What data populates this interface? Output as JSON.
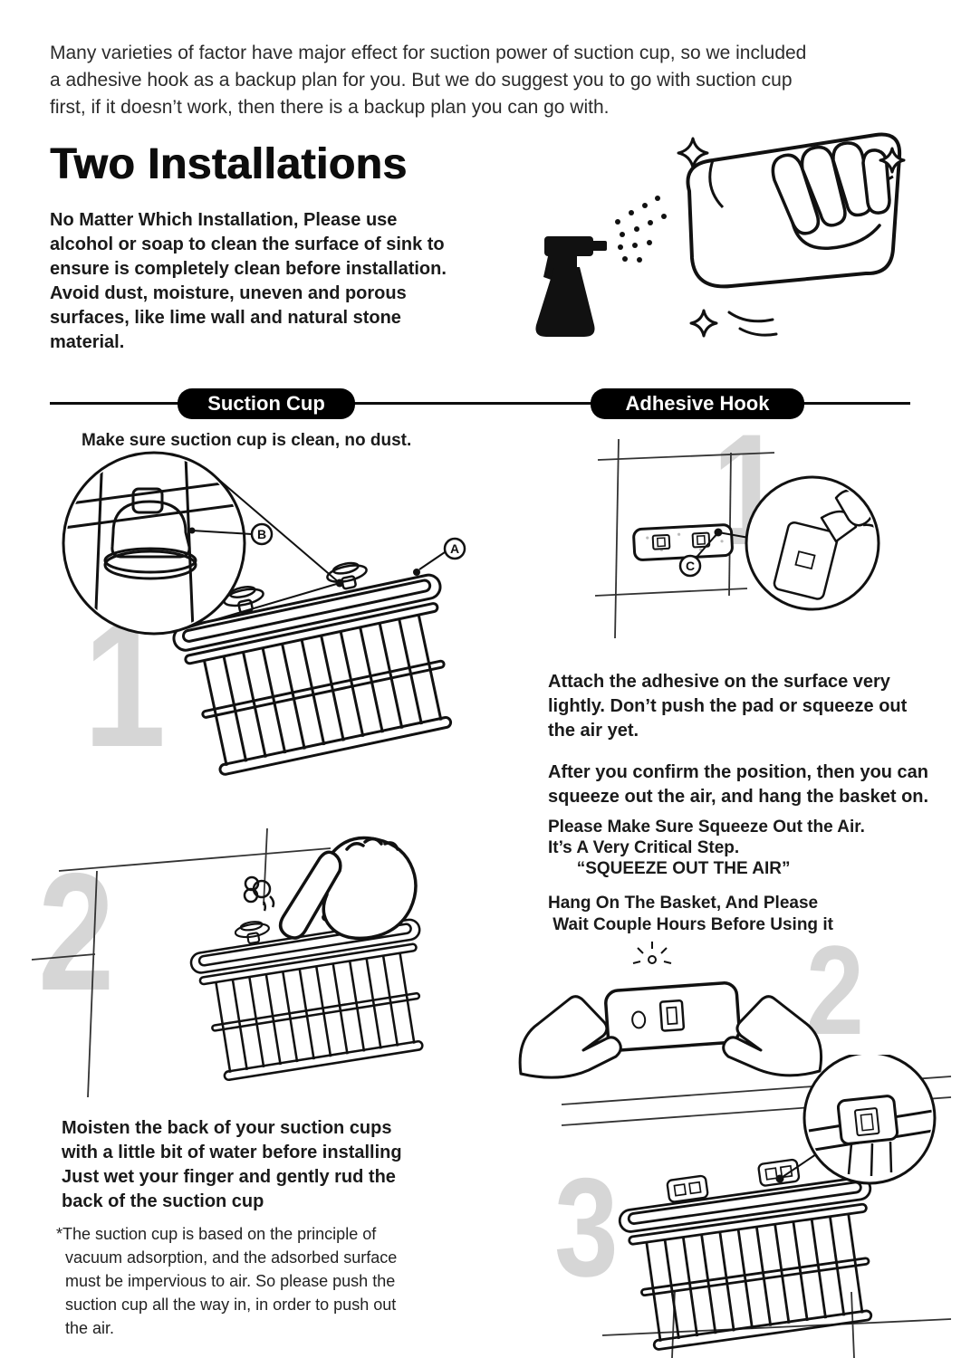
{
  "intro": {
    "text": "Many varieties of factor have major effect for suction power of suction cup, so we included\na adhesive hook as a backup plan for you. But we do suggest you to go with suction cup\nfirst, if it doesn’t work, then there is a backup plan you can go with."
  },
  "title": "Two Installations",
  "prep": {
    "text": "No Matter Which Installation, Please use\nalcohol or soap to clean the surface of sink to\nensure is completely clean before installation.\nAvoid dust, moisture, uneven and porous\nsurfaces, like lime wall and natural stone\nmaterial."
  },
  "sections": {
    "suction": {
      "header": "Suction Cup",
      "clean_tip": "Make sure suction cup is clean, no dust.",
      "step1": "1",
      "step2": "2",
      "callout_a": "A",
      "callout_b": "B",
      "moisten": "Moisten the back of your suction cups\nwith a little bit of water before installing\nJust wet your finger and gently rud the\nback of the suction cup",
      "footnote": "*The suction cup is based on the principle of\n  vacuum adsorption, and the adsorbed surface\n  must be impervious to air. So please push the\n  suction cup all the way in, in order to push out\n  the air."
    },
    "adhesive": {
      "header": "Adhesive Hook",
      "step1": "1",
      "step2": "2",
      "step3": "3",
      "callout_c": "C",
      "attach": "Attach the adhesive on the surface very\nlightly. Don’t push the pad or squeeze out\nthe air yet.",
      "confirm": "After you confirm the position, then you can\nsqueeze out the air, and hang the basket on.",
      "squeeze": "Please Make Sure Squeeze Out the Air.\nIt’s A Very Critical Step.\n      “SQUEEZE OUT THE AIR”",
      "hang": "Hang On The Basket, And Please\n Wait Couple Hours Before Using it"
    }
  },
  "colors": {
    "ink": "#111111",
    "step_number_gray": "#d6d6d6",
    "header_pill_bg": "#000000",
    "header_pill_text": "#ffffff"
  },
  "icons": {
    "spray_bottle": "spray-bottle-icon",
    "wipe_hand": "wipe-hand-icon",
    "sparkle": "✦",
    "press_hand": "press-hand-icon",
    "air_puff": "air-puff-icon",
    "peel_hand": "peel-hand-icon",
    "squeeze_hands": "squeeze-hands-icon",
    "zoom_circle": "zoom-detail-circle"
  }
}
